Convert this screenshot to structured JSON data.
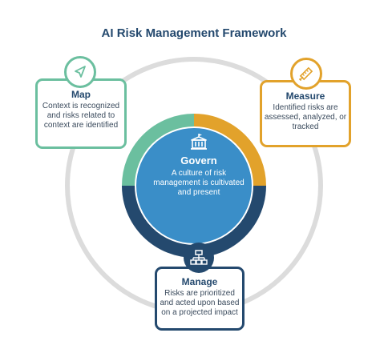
{
  "title": "AI Risk Management Framework",
  "colors": {
    "navy": "#24496e",
    "teal": "#6bbf9f",
    "gold": "#e2a22b",
    "center_blue": "#3a8ec8",
    "ring_gray": "#d9d9d9"
  },
  "govern": {
    "title": "Govern",
    "text": "A culture of risk management is cultivated and present",
    "icon": "building-icon"
  },
  "map": {
    "title": "Map",
    "text": "Context is recognized and risks related to context are identified",
    "icon": "compass-arrow-icon"
  },
  "measure": {
    "title": "Measure",
    "text": "Identified risks are assessed, analyzed, or tracked",
    "icon": "ruler-icon"
  },
  "manage": {
    "title": "Manage",
    "text": "Risks are prioritized and acted upon based on a projected impact",
    "icon": "org-chart-icon"
  }
}
